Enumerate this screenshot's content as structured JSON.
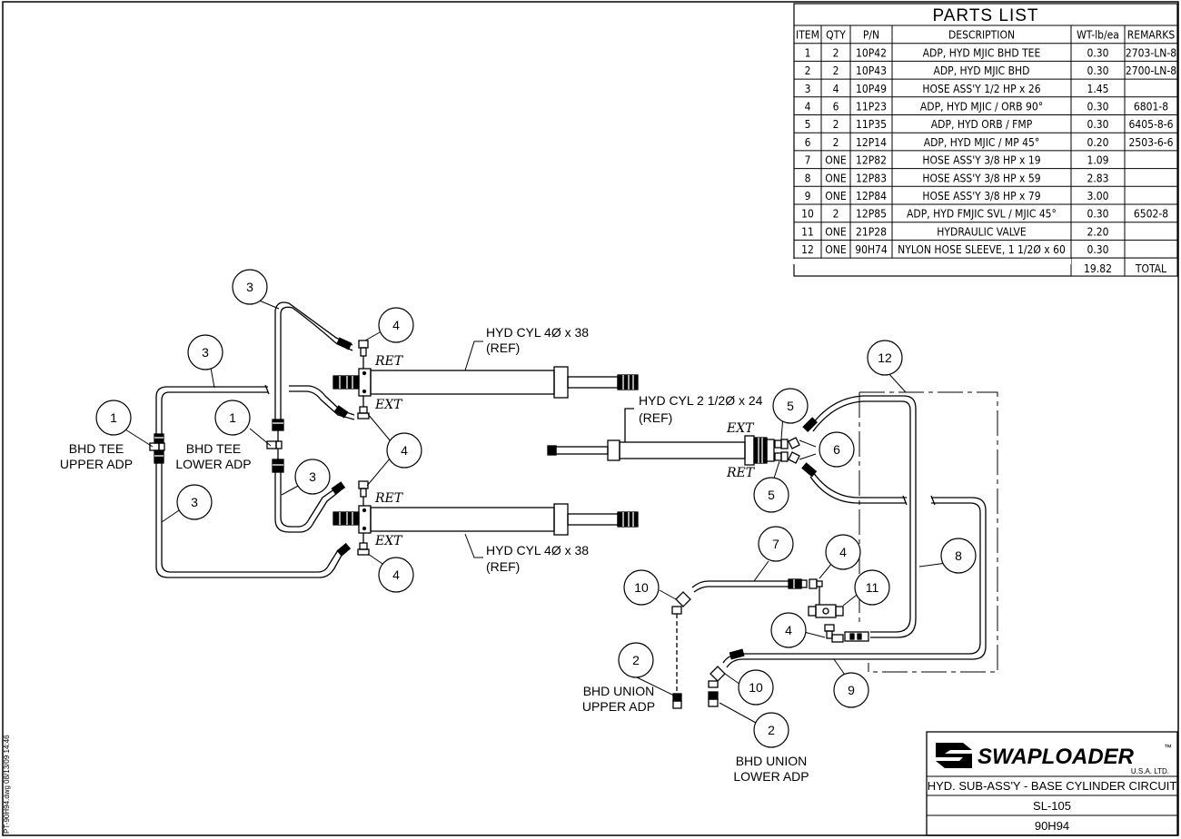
{
  "parts_list": {
    "title": "PARTS LIST",
    "headers": [
      "ITEM",
      "QTY",
      "P/N",
      "DESCRIPTION",
      "WT-lb/ea",
      "REMARKS"
    ],
    "rows": [
      [
        "1",
        "2",
        "10P42",
        "ADP, HYD MJIC BHD TEE",
        "0.30",
        "2703-LN-8"
      ],
      [
        "2",
        "2",
        "10P43",
        "ADP, HYD MJIC BHD",
        "0.30",
        "2700-LN-8"
      ],
      [
        "3",
        "4",
        "10P49",
        "HOSE ASS'Y 1/2 HP x 26",
        "1.45",
        ""
      ],
      [
        "4",
        "6",
        "11P23",
        "ADP, HYD MJIC / ORB 90°",
        "0.30",
        "6801-8"
      ],
      [
        "5",
        "2",
        "11P35",
        "ADP, HYD ORB / FMP",
        "0.30",
        "6405-8-6"
      ],
      [
        "6",
        "2",
        "12P14",
        "ADP, HYD MJIC / MP 45°",
        "0.20",
        "2503-6-6"
      ],
      [
        "7",
        "ONE",
        "12P82",
        "HOSE ASS'Y 3/8 HP x 19",
        "1.09",
        ""
      ],
      [
        "8",
        "ONE",
        "12P83",
        "HOSE ASS'Y 3/8 HP x 59",
        "2.83",
        ""
      ],
      [
        "9",
        "ONE",
        "12P84",
        "HOSE ASS'Y 3/8 HP x 79",
        "3.00",
        ""
      ],
      [
        "10",
        "2",
        "12P85",
        "ADP, HYD FMJIC SVL / MJIC 45°",
        "0.30",
        "6502-8"
      ],
      [
        "11",
        "ONE",
        "21P28",
        "HYDRAULIC VALVE",
        "2.20",
        ""
      ],
      [
        "12",
        "ONE",
        "90H74",
        "NYLON HOSE SLEEVE, 1 1/2Ø x 60",
        "0.30",
        ""
      ]
    ],
    "total_weight": "19.82",
    "total_label": "TOTAL"
  },
  "diagram": {
    "cyl_upper_label": "HYD CYL 4Ø x 38",
    "cyl_lower_label": "HYD CYL 4Ø x 38",
    "cyl_small_label": "HYD CYL 2 1/2Ø x 24",
    "ref": "(REF)",
    "ret": "RET",
    "ext": "EXT",
    "bhd_tee_upper": [
      "BHD TEE",
      "UPPER ADP"
    ],
    "bhd_tee_lower": [
      "BHD TEE",
      "LOWER ADP"
    ],
    "bhd_union_upper": [
      "BHD UNION",
      "UPPER ADP"
    ],
    "bhd_union_lower": [
      "BHD UNION",
      "LOWER ADP"
    ],
    "callouts": [
      {
        "id": "c3a",
        "label": "3"
      },
      {
        "id": "c4a",
        "label": "4"
      },
      {
        "id": "c3b",
        "label": "3"
      },
      {
        "id": "c1a",
        "label": "1"
      },
      {
        "id": "c1b",
        "label": "1"
      },
      {
        "id": "c4b",
        "label": "4"
      },
      {
        "id": "c3c",
        "label": "3"
      },
      {
        "id": "c3d",
        "label": "3"
      },
      {
        "id": "c4c",
        "label": "4"
      },
      {
        "id": "c12",
        "label": "12"
      },
      {
        "id": "c5a",
        "label": "5"
      },
      {
        "id": "c6",
        "label": "6"
      },
      {
        "id": "c5b",
        "label": "5"
      },
      {
        "id": "c7",
        "label": "7"
      },
      {
        "id": "c4d",
        "label": "4"
      },
      {
        "id": "c10a",
        "label": "10"
      },
      {
        "id": "c11",
        "label": "11"
      },
      {
        "id": "c8",
        "label": "8"
      },
      {
        "id": "c4e",
        "label": "4"
      },
      {
        "id": "c2a",
        "label": "2"
      },
      {
        "id": "c10b",
        "label": "10"
      },
      {
        "id": "c9",
        "label": "9"
      },
      {
        "id": "c2b",
        "label": "2"
      }
    ]
  },
  "title_block": {
    "logo_text": "SWAPLOADER",
    "logo_tm": "™",
    "logo_sub": "U.S.A.  LTD.",
    "title": "HYD. SUB-ASS'Y - BASE CYLINDER CIRCUIT",
    "drawing_no": "SL-105",
    "part_no": "90H94"
  },
  "side_stamp": "PT-90H94.dwg  08/13/09  14:46",
  "colors": {
    "line": "#000000",
    "background": "#ffffff"
  }
}
